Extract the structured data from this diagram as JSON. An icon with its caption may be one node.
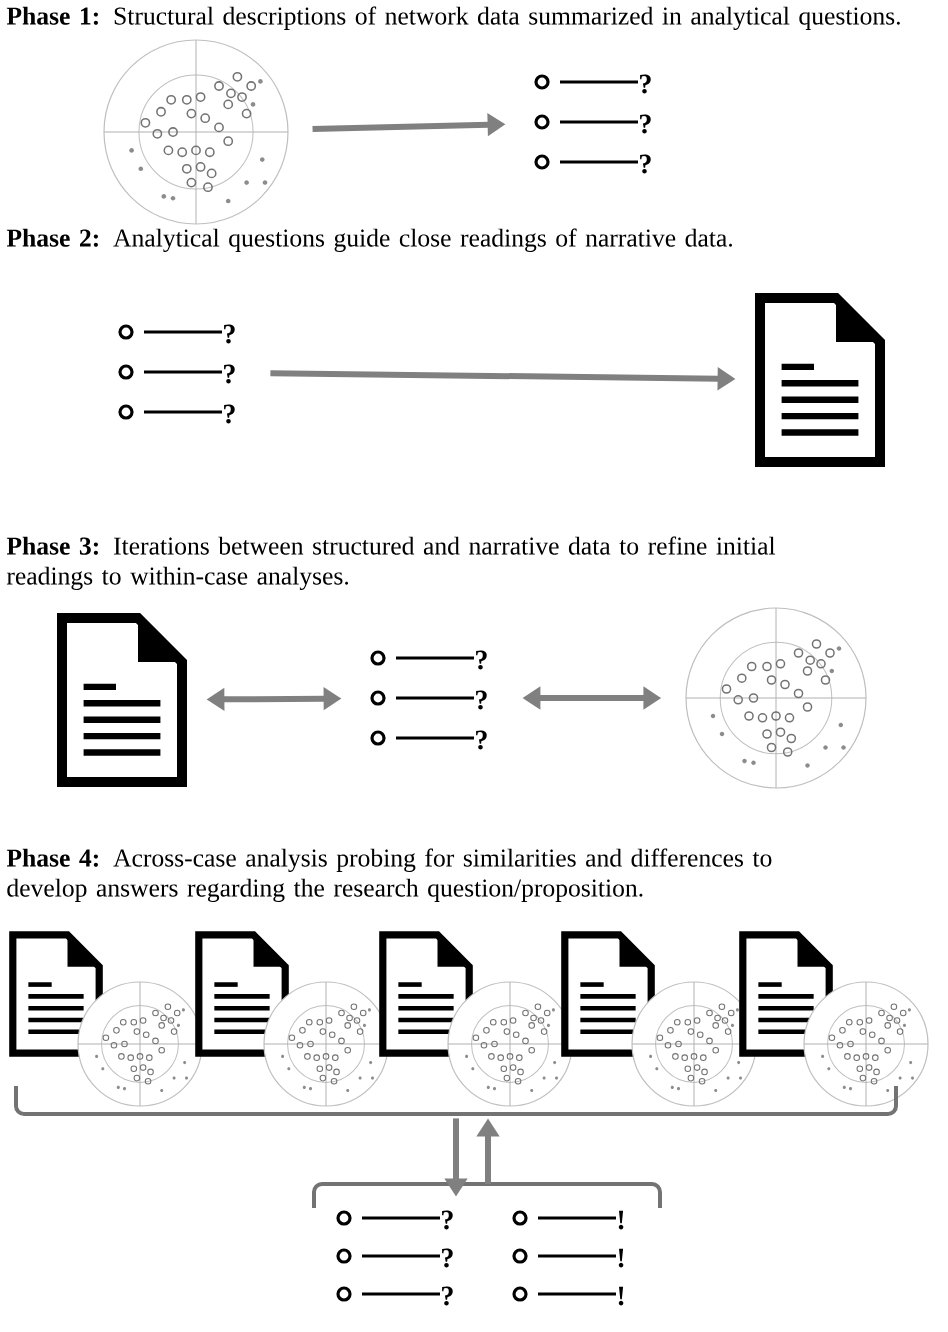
{
  "diagram": {
    "nodes": [
      {
        "text": [],
        "shape": "picture"
      },
      {
        "text": [
          "?",
          "?",
          "?"
        ]
      },
      {
        "text": [
          "?",
          "?",
          "?"
        ]
      },
      {
        "text": [],
        "shape": "document"
      },
      {
        "text": [],
        "shape": "document"
      },
      {
        "text": [
          "?",
          "?",
          "?"
        ]
      },
      {
        "text": [],
        "shape": "picture"
      },
      {
        "text": [],
        "shape": "document"
      },
      {
        "text": [],
        "shape": "picture"
      },
      {
        "text": [],
        "shape": "document"
      },
      {
        "text": [],
        "shape": "picture"
      },
      {
        "text": [],
        "shape": "document"
      },
      {
        "text": [],
        "shape": "picture"
      },
      {
        "text": [],
        "shape": "document"
      },
      {
        "text": [],
        "shape": "picture"
      },
      {
        "text": [],
        "shape": "document"
      },
      {
        "text": [],
        "shape": "picture"
      },
      {
        "text": [],
        "shape": "bracket"
      },
      {
        "text": [
          "?",
          "!",
          "?",
          "!",
          "?",
          "!"
        ]
      }
    ],
    "edges": [
      {
        "from": 0,
        "to": 1,
        "arrow": "to"
      },
      {
        "from": 2,
        "to": 3,
        "arrow": "to"
      },
      {
        "from": 4,
        "to": 5,
        "arrow": "both"
      },
      {
        "from": 5,
        "to": 6,
        "arrow": "both"
      },
      {
        "from": 17,
        "to": 18,
        "arrow": "to"
      },
      {
        "from": 18,
        "to": 17,
        "arrow": "to"
      }
    ],
    "labels": [
      "**Phase 1:** Structural descriptions of network data summarized in analytical questions.",
      "**Phase 2:** Analytical questions guide close readings of narrative data.",
      "**Phase 3:** Iterations between structured and narrative data to refine initial readings to within-case analyses.",
      "**Phase 4:** Across-case analysis probing for similarities and differences to develop answers regarding the research question/proposition."
    ]
  }
}
